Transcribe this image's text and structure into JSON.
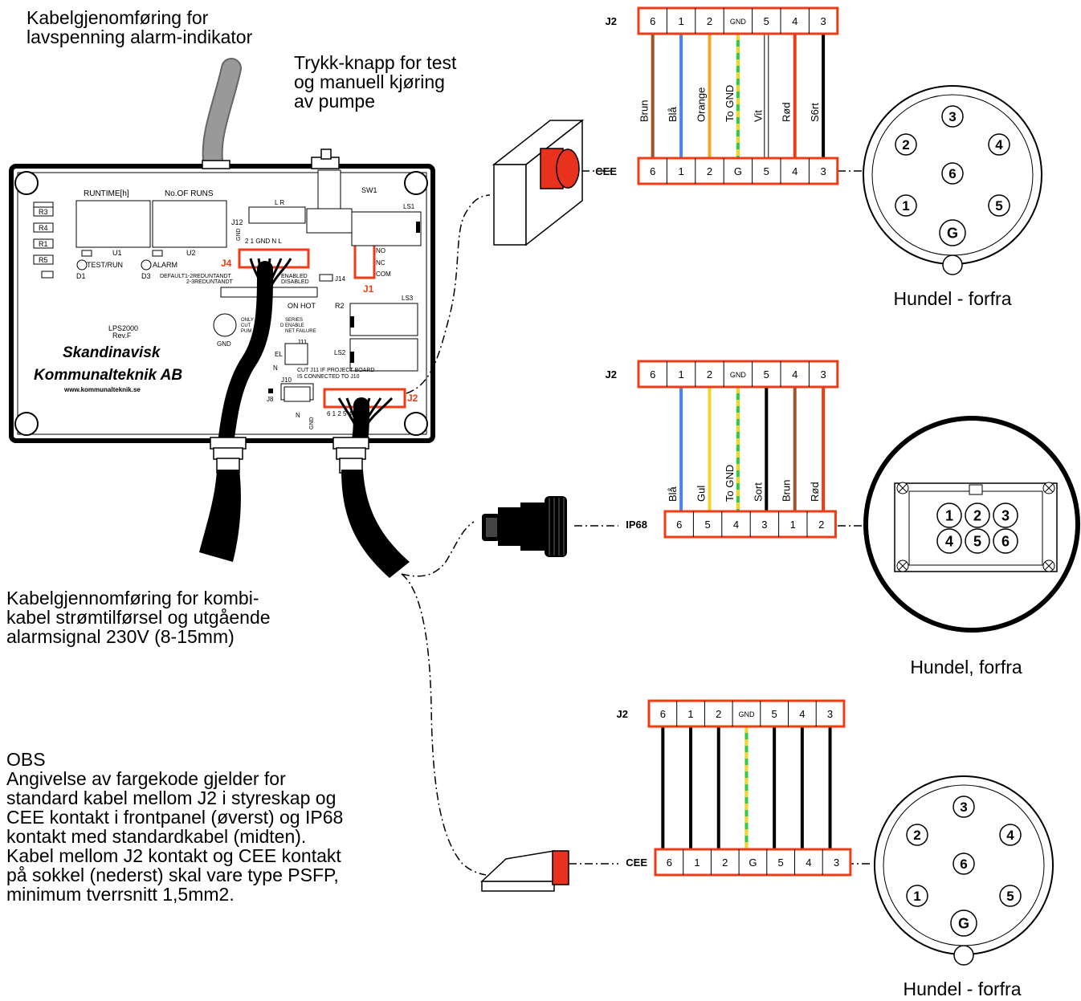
{
  "notes": {
    "gland_top": "Kabelgjenomføring for\nlavspenning alarm-indikator",
    "push_button": "Trykk-knapp for test\nog manuell kjøring\nav pumpe",
    "gland_bottom": "Kabelgjennomføring for kombi-\nkabel strømtilførsel og utgående\nalarmsignal 230V (8-15mm)",
    "obs": "OBS\nAngivelse av fargekode gjelder for\nstandard kabel mellom J2 i styreskap og\nCEE kontakt i frontpanel (øverst) og IP68\nkontakt med standardkabel (midten).\nKabel mellom J2 kontakt og CEE kontakt\npå sokkel (nederst) skal vare type PSFP,\nminimum tverrsnitt 1,5mm2."
  },
  "board": {
    "runtime": "RUNTIME[h]",
    "runs": "No.OF RUNS",
    "sw1": "SW1",
    "ls1": "LS1",
    "ls2": "LS2",
    "ls3": "LS3",
    "j12": "J12",
    "j14": "J14",
    "j11": "J11",
    "j10": "J10",
    "j8": "J8",
    "r2": "R2",
    "r3": "R3",
    "r4": "R4",
    "r1": "R1",
    "r5": "R5",
    "u1": "U1",
    "u2": "U2",
    "d1": "D1",
    "d3": "D3",
    "test_run": "TEST/RUN",
    "alarm": "ALARM",
    "default": "DEFAULT1-2REDUNTANDT",
    "default2": "2-3REDUNTANDT",
    "enabled": "ENABLED",
    "disabled": "DISABLED",
    "no": "NO",
    "nc": "NC",
    "com": "COM",
    "on_hot": "ON HOT",
    "gnd": "GND",
    "j12_pins": "2 1 GND N L",
    "l_n_r": "L  R",
    "model": "LPS2000",
    "rev": "Rev.F",
    "only": "ONLY",
    "cut": "CUT",
    "pum": "PUM",
    "series": "SERIES",
    "enable": "D ENABLE",
    "failure": "NET FAILURE",
    "cut_j11": "CUT J11 IF PROJECT BOARD",
    "connected": "IS CONNECTED TO J10",
    "el": "EL",
    "n": "N",
    "j2_pins": "6 1 2 5 4 3",
    "company1": "Skandinavisk",
    "company2": "Kommunalteknik AB",
    "web": "www.kommunalteknik.se",
    "j4": "J4",
    "j1": "J1",
    "j2": "J2"
  },
  "connectors": [
    {
      "top_label": "J2",
      "bottom_label": "CEE",
      "top_pins": [
        "6",
        "1",
        "2",
        "GND",
        "5",
        "4",
        "3"
      ],
      "bottom_pins": [
        "6",
        "1",
        "2",
        "G",
        "5",
        "4",
        "3"
      ],
      "wires": [
        {
          "label": "Brun",
          "color": "#a0522d"
        },
        {
          "label": "Blå",
          "color": "#4a86e8"
        },
        {
          "label": "Orange",
          "color": "#f6a623"
        },
        {
          "label": "To GND",
          "color": "#2ecc40",
          "stripe": "#f5d327"
        },
        {
          "label": "Vit",
          "color": "#ffffff"
        },
        {
          "label": "Rød",
          "color": "#f03c14"
        },
        {
          "label": "S6rt",
          "color": "#000000"
        }
      ],
      "plug_caption": "Hundel - forfra",
      "plug_pins": [
        "3",
        "2",
        "4",
        "6",
        "1",
        "5",
        "G"
      ]
    },
    {
      "top_label": "J2",
      "bottom_label": "IP68",
      "top_pins": [
        "6",
        "1",
        "2",
        "GND",
        "5",
        "4",
        "3"
      ],
      "bottom_pins": [
        "6",
        "5",
        "4",
        "3",
        "1",
        "2"
      ],
      "wires": [
        {
          "label": "Blå",
          "color": "#4a86e8"
        },
        {
          "label": "Gul",
          "color": "#f5d327"
        },
        {
          "label": "To GND",
          "color": "#2ecc40",
          "stripe": "#f5d327"
        },
        {
          "label": "Sort",
          "color": "#000000"
        },
        {
          "label": "Brun",
          "color": "#a0522d"
        },
        {
          "label": "Rød",
          "color": "#f03c14"
        }
      ],
      "plug_caption": "Hundel, forfra",
      "plug_pins": [
        "1",
        "2",
        "3",
        "4",
        "5",
        "6"
      ]
    },
    {
      "top_label": "J2",
      "bottom_label": "CEE",
      "top_pins": [
        "6",
        "1",
        "2",
        "GND",
        "5",
        "4",
        "3"
      ],
      "bottom_pins": [
        "6",
        "1",
        "2",
        "G",
        "5",
        "4",
        "3"
      ],
      "wires": [
        {
          "label": "",
          "color": "#000000"
        },
        {
          "label": "",
          "color": "#000000"
        },
        {
          "label": "",
          "color": "#000000"
        },
        {
          "label": "",
          "color": "#2ecc40",
          "stripe": "#f5d327"
        },
        {
          "label": "",
          "color": "#000000"
        },
        {
          "label": "",
          "color": "#000000"
        },
        {
          "label": "",
          "color": "#000000"
        }
      ],
      "plug_caption": "Hundel - forfra",
      "plug_pins": [
        "3",
        "2",
        "4",
        "6",
        "1",
        "5",
        "G"
      ]
    }
  ],
  "colors": {
    "connector_border": "#f03c14",
    "plug_red": "#e8321e",
    "cable_gray": "#999999"
  }
}
